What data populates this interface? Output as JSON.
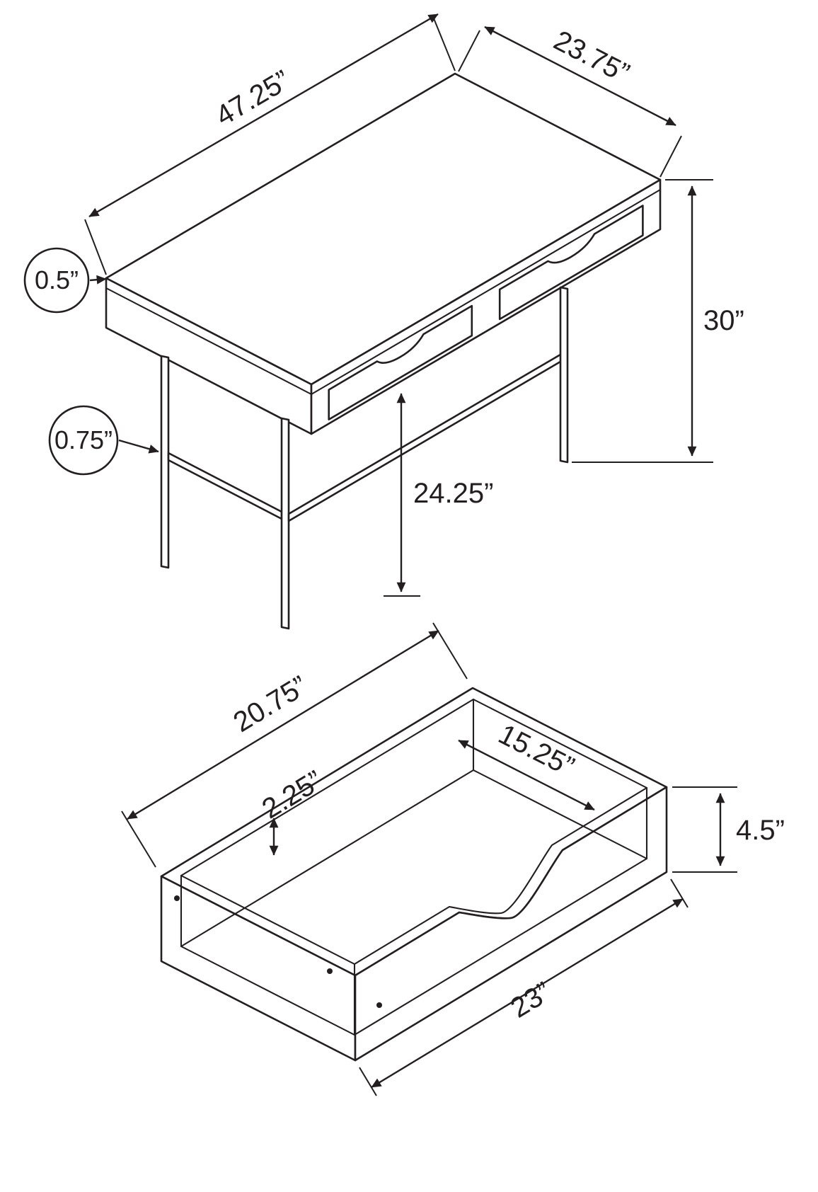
{
  "colors": {
    "line": "#231f20",
    "background": "#ffffff"
  },
  "desk_diagram": {
    "dims": {
      "length": "47.25”",
      "depth": "23.75”",
      "top_thickness": "0.5”",
      "height": "30”",
      "clearance_height": "24.25”",
      "frame_thickness": "0.75”"
    }
  },
  "drawer_diagram": {
    "dims": {
      "top_length": "20.75”",
      "inner_offset": "2.25”",
      "inner_depth": "15.25”",
      "height": "4.5”",
      "width": "23”"
    }
  }
}
